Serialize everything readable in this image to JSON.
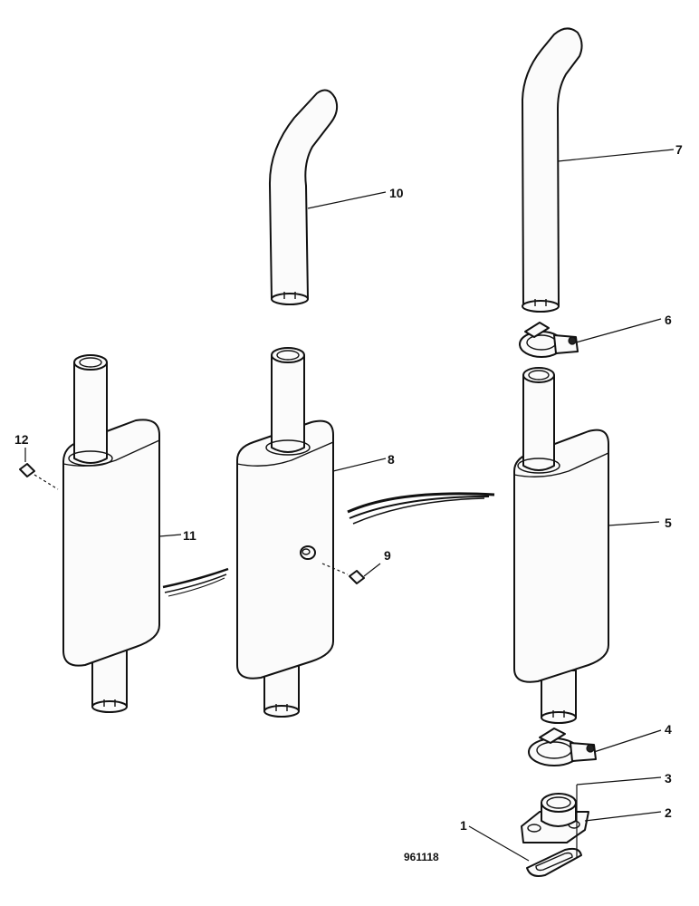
{
  "diagram": {
    "callouts": [
      "1",
      "2",
      "3",
      "4",
      "5",
      "6",
      "7",
      "8",
      "9",
      "10",
      "11",
      "12"
    ],
    "reference_number": "961118"
  }
}
